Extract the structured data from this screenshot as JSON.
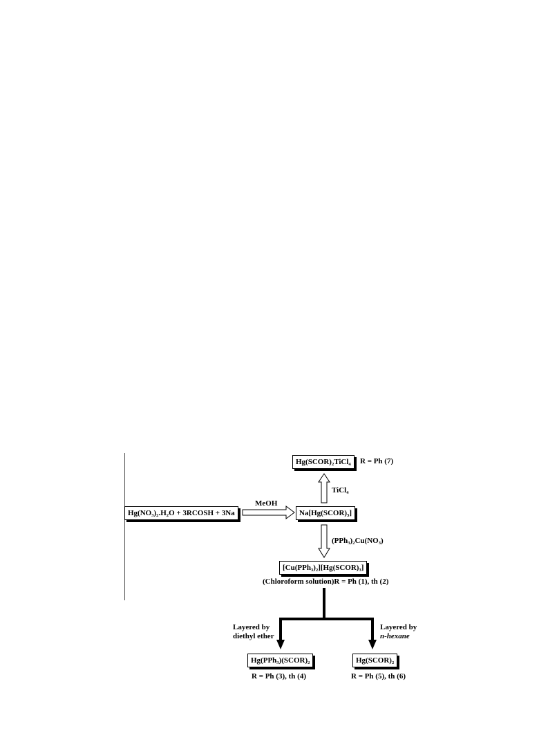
{
  "boxes": {
    "ti_product": "Hg(SCOR)₂TiCl₄",
    "reactants": "Hg(NO₃)₂.H₂O + 3RCOSH + 3Na",
    "sodium_salt": "Na[Hg(SCOR)₃]",
    "cu_complex": "[Cu(PPh₃)₂][Hg(SCOR)₃]",
    "pph3_product": "Hg(PPh₃)(SCOR)₂",
    "hexane_product": "Hg(SCOR)₂"
  },
  "labels": {
    "ti_r": "R = Ph (7)",
    "ticl4": "TiCl₄",
    "meoh": "MeOH",
    "cu_reagent": "(PPh₃)₂Cu(NO₃)",
    "cu_r": "(Chloroform solution)R = Ph (1), th (2)",
    "ether_1": "Layered by",
    "ether_2": "diethyl ether",
    "hexane_1": "Layered by",
    "hexane_2": "n-hexane",
    "pph3_r": "R = Ph (3), th (4)",
    "hexane_r": "R = Ph (5), th (6)"
  }
}
